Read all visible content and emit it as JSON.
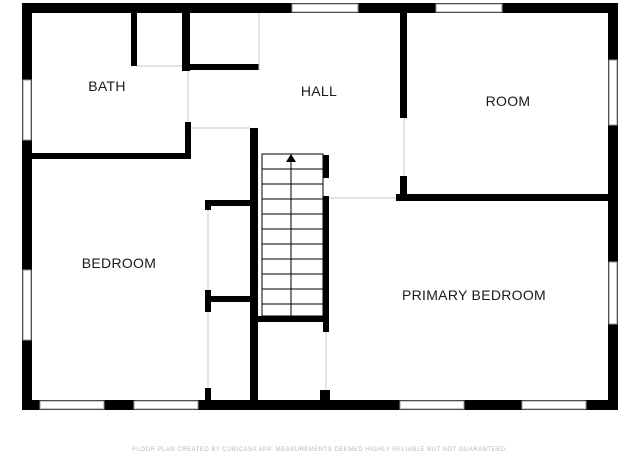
{
  "rooms": {
    "bath": "BATH",
    "hall": "HALL",
    "room": "ROOM",
    "bedroom": "BEDROOM",
    "primary_bedroom": "PRIMARY BEDROOM"
  },
  "footer": "FLOOR PLAN CREATED BY CUBICASA APP. MEASUREMENTS DEEMED HIGHLY RELIABLE BUT NOT GUARANTEED.",
  "colors": {
    "wall": "#000000",
    "window": "#999999",
    "background": "#ffffff"
  },
  "icons": {
    "stair_direction": "arrow-up-icon"
  }
}
